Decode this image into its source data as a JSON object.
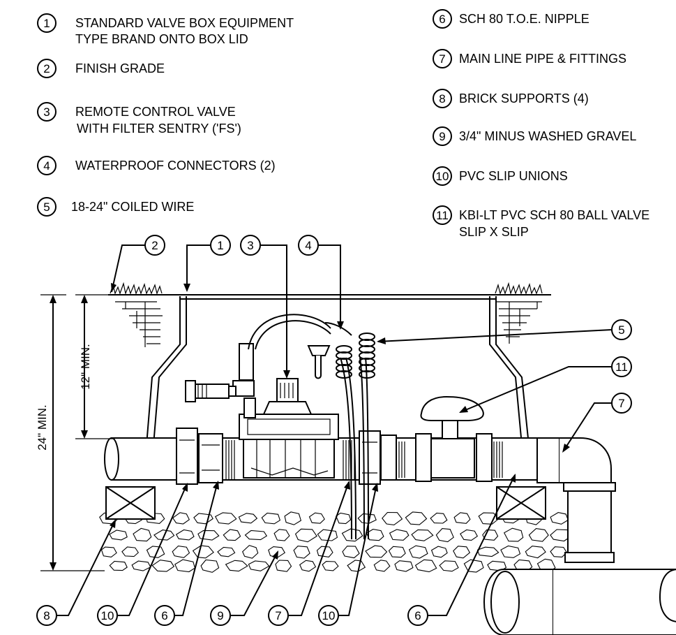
{
  "legend": [
    {
      "num": "1",
      "lines": [
        "STANDARD VALVE BOX EQUIPMENT",
        "TYPE BRAND ONTO BOX LID"
      ]
    },
    {
      "num": "2",
      "lines": [
        "FINISH GRADE"
      ]
    },
    {
      "num": "3",
      "lines": [
        "REMOTE CONTROL VALVE",
        "WITH FILTER SENTRY ('FS')"
      ]
    },
    {
      "num": "4",
      "lines": [
        "WATERPROOF CONNECTORS (2)"
      ]
    },
    {
      "num": "5",
      "lines": [
        "18-24\" COILED WIRE"
      ]
    },
    {
      "num": "6",
      "lines": [
        "SCH 80 T.O.E. NIPPLE"
      ]
    },
    {
      "num": "7",
      "lines": [
        "MAIN LINE PIPE & FITTINGS"
      ]
    },
    {
      "num": "8",
      "lines": [
        "BRICK SUPPORTS (4)"
      ]
    },
    {
      "num": "9",
      "lines": [
        "3/4\" MINUS WASHED GRAVEL"
      ]
    },
    {
      "num": "10",
      "lines": [
        "PVC SLIP UNIONS"
      ]
    },
    {
      "num": "11",
      "lines": [
        "KBI-LT PVC SCH 80 BALL VALVE",
        "SLIP X SLIP"
      ]
    }
  ],
  "callouts": {
    "top": [
      "2",
      "1",
      "3",
      "4"
    ],
    "right": [
      "5",
      "11",
      "7"
    ],
    "bottom": [
      "8",
      "10",
      "6",
      "9",
      "7",
      "10",
      "6"
    ]
  },
  "dimensions": {
    "min_12": "12\" MIN.",
    "min_24": "24\" MIN."
  }
}
